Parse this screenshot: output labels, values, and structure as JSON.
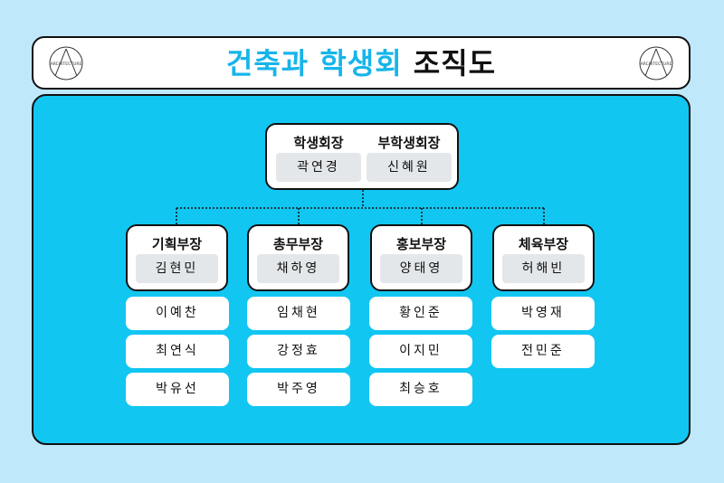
{
  "header": {
    "title_part1": "건축과 학생회",
    "title_part2": "조직도",
    "logo_text": "ARCHITECTURE"
  },
  "president": {
    "roles": [
      {
        "title": "학생회장",
        "name": "곽연경"
      },
      {
        "title": "부학생회장",
        "name": "신혜원"
      }
    ]
  },
  "departments": [
    {
      "title": "기획부장",
      "head": "김현민",
      "members": [
        "이예찬",
        "최연식",
        "박유선"
      ]
    },
    {
      "title": "총무부장",
      "head": "채하영",
      "members": [
        "임채현",
        "강정효",
        "박주영"
      ]
    },
    {
      "title": "홍보부장",
      "head": "양태영",
      "members": [
        "황인준",
        "이지민",
        "최승호"
      ]
    },
    {
      "title": "체육부장",
      "head": "허해빈",
      "members": [
        "박영재",
        "전민준"
      ]
    }
  ],
  "colors": {
    "background": "#bfe9fb",
    "panel": "#12c6f2",
    "title_accent": "#16b5ea",
    "name_box": "#e3e7ea"
  }
}
